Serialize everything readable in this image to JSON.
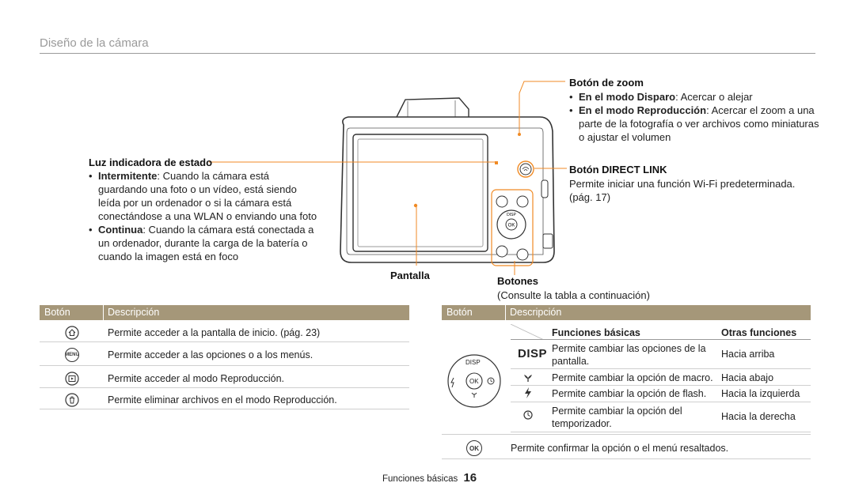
{
  "header": {
    "section_title": "Diseño de la cámara"
  },
  "callouts": {
    "zoom": {
      "title": "Botón de zoom",
      "bullets": [
        {
          "bold": "En el modo Disparo",
          "text": ": Acercar o alejar"
        },
        {
          "bold": "En el modo Reproducción",
          "text": ": Acercar el zoom a una",
          "cont": [
            "parte de la fotografía o ver archivos como miniaturas",
            "o ajustar el volumen"
          ]
        }
      ]
    },
    "status_light": {
      "title": "Luz indicadora de estado",
      "bullets": [
        {
          "bold": "Intermitente",
          "text": ": Cuando la cámara está",
          "cont": [
            "guardando una foto o un vídeo, está siendo",
            "leída por un ordenador o si la cámara está",
            "conectándose a una WLAN o enviando una foto"
          ]
        },
        {
          "bold": "Continua",
          "text": ": Cuando la cámara está conectada a",
          "cont": [
            "un ordenador, durante la carga de la batería o",
            "cuando la imagen está en foco"
          ]
        }
      ]
    },
    "direct_link": {
      "title": "Botón DIRECT LINK",
      "lines": [
        "Permite iniciar una función Wi-Fi predeterminada.",
        "(pág. 17)"
      ]
    },
    "screen": {
      "title": "Pantalla"
    },
    "buttons": {
      "title": "Botones",
      "note": "(Consulte la tabla a continuación)"
    }
  },
  "left_table": {
    "headers": [
      "Botón",
      "Descripción"
    ],
    "rows": [
      {
        "icon": "home-icon",
        "desc": "Permite acceder a la pantalla de inicio. (pág. 23)"
      },
      {
        "icon": "menu-icon",
        "icon_text": "MENU",
        "desc": "Permite acceder a las opciones o a los menús."
      },
      {
        "icon": "playback-icon",
        "desc": "Permite acceder al modo Reproducción."
      },
      {
        "icon": "trash-icon",
        "desc": "Permite eliminar archivos en el modo Reproducción."
      }
    ]
  },
  "right_table": {
    "headers": [
      "Botón",
      "Descripción"
    ],
    "sub_headers": [
      "Funciones básicas",
      "Otras funciones"
    ],
    "dial_labels": {
      "disp": "DISP",
      "ok": "OK"
    },
    "rows": [
      {
        "icon": "disp-label",
        "icon_text": "DISP",
        "basic": [
          "Permite cambiar las opciones de la",
          "pantalla."
        ],
        "other": "Hacia arriba"
      },
      {
        "icon": "macro-icon",
        "basic": [
          "Permite cambiar la opción de macro."
        ],
        "other": "Hacia abajo"
      },
      {
        "icon": "flash-icon",
        "basic": [
          "Permite cambiar la opción de flash."
        ],
        "other": "Hacia la izquierda"
      },
      {
        "icon": "timer-icon",
        "basic": [
          "Permite cambiar la opción del",
          "temporizador."
        ],
        "other": "Hacia la derecha"
      }
    ],
    "ok_row": {
      "icon_text": "OK",
      "desc": "Permite confirmar la opción o el menú resaltados."
    }
  },
  "footer": {
    "label": "Funciones básicas",
    "page": "16"
  },
  "colors": {
    "accent": "#f08a24",
    "table_header": "#a59779"
  }
}
